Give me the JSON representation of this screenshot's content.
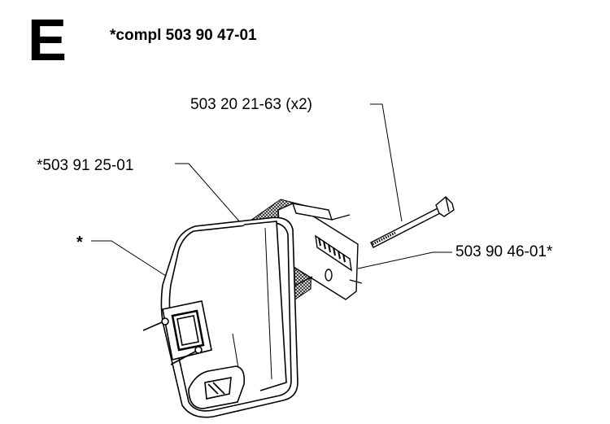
{
  "header": {
    "section_letter": "E",
    "assembly": "*compl 503 90 47-01"
  },
  "parts": {
    "bolt": "503 20 21-63 (x2)",
    "screen": "*503 91 25-01",
    "cover": "*",
    "bracket": "503 90 46-01*"
  },
  "colors": {
    "ink": "#000000",
    "paper": "#ffffff",
    "mesh": "#666666"
  }
}
